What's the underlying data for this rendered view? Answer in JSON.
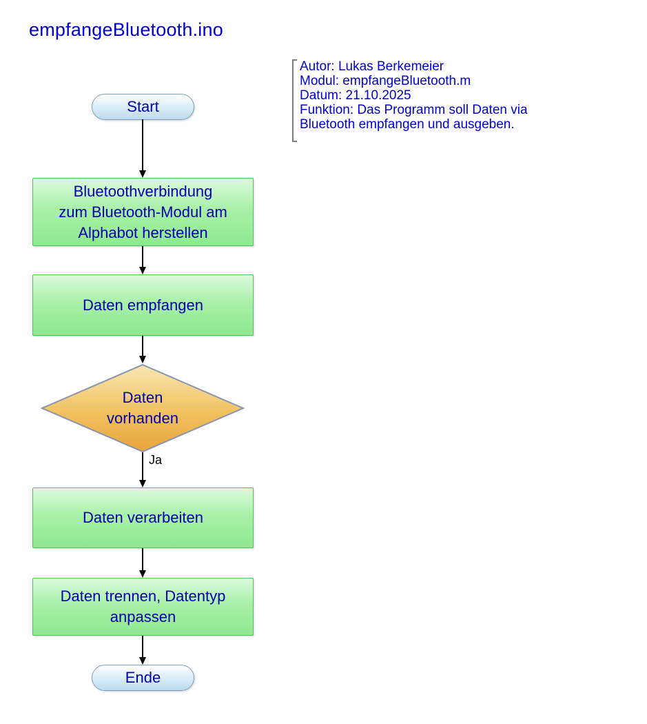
{
  "page": {
    "title": "empfangeBluetooth.ino"
  },
  "comment": {
    "text": "Autor: Lukas Berkemeier\nModul: empfangeBluetooth.m\nDatum: 21.10.2025\nFunktion: Das Programm soll Daten via\nBluetooth empfangen und ausgeben."
  },
  "flowchart": {
    "nodes": [
      {
        "id": "start",
        "type": "terminal",
        "label": "Start"
      },
      {
        "id": "connect-bluetooth",
        "type": "process",
        "label": "Bluetoothverbindung\nzum Bluetooth-Modul am\nAlphabot herstellen"
      },
      {
        "id": "receive-data",
        "type": "process",
        "label": "Daten empfangen"
      },
      {
        "id": "data-available",
        "type": "decision",
        "label": "Daten\nvorhanden"
      },
      {
        "id": "process-data",
        "type": "process",
        "label": "Daten verarbeiten"
      },
      {
        "id": "split-data",
        "type": "process",
        "label": "Daten trennen, Datentyp\nanpassen"
      },
      {
        "id": "end",
        "type": "terminal",
        "label": "Ende"
      }
    ],
    "edge_labels": {
      "decision_yes": "Ja"
    }
  },
  "colors": {
    "title_text": "#0000CC",
    "node_text": "#0000AD",
    "comment_text": "#0000CC",
    "process_fill_top": "#DCFADC",
    "process_fill_bottom": "#8FE88F",
    "process_border": "#56C156",
    "decision_fill_top": "#F9E6B3",
    "decision_fill_bottom": "#E9A43C",
    "decision_border": "#8494B2",
    "terminal_fill_top": "#FFFFFF",
    "terminal_fill_bottom": "#BCDCEF",
    "terminal_border": "#7F9DB9",
    "arrow": "#000000"
  }
}
